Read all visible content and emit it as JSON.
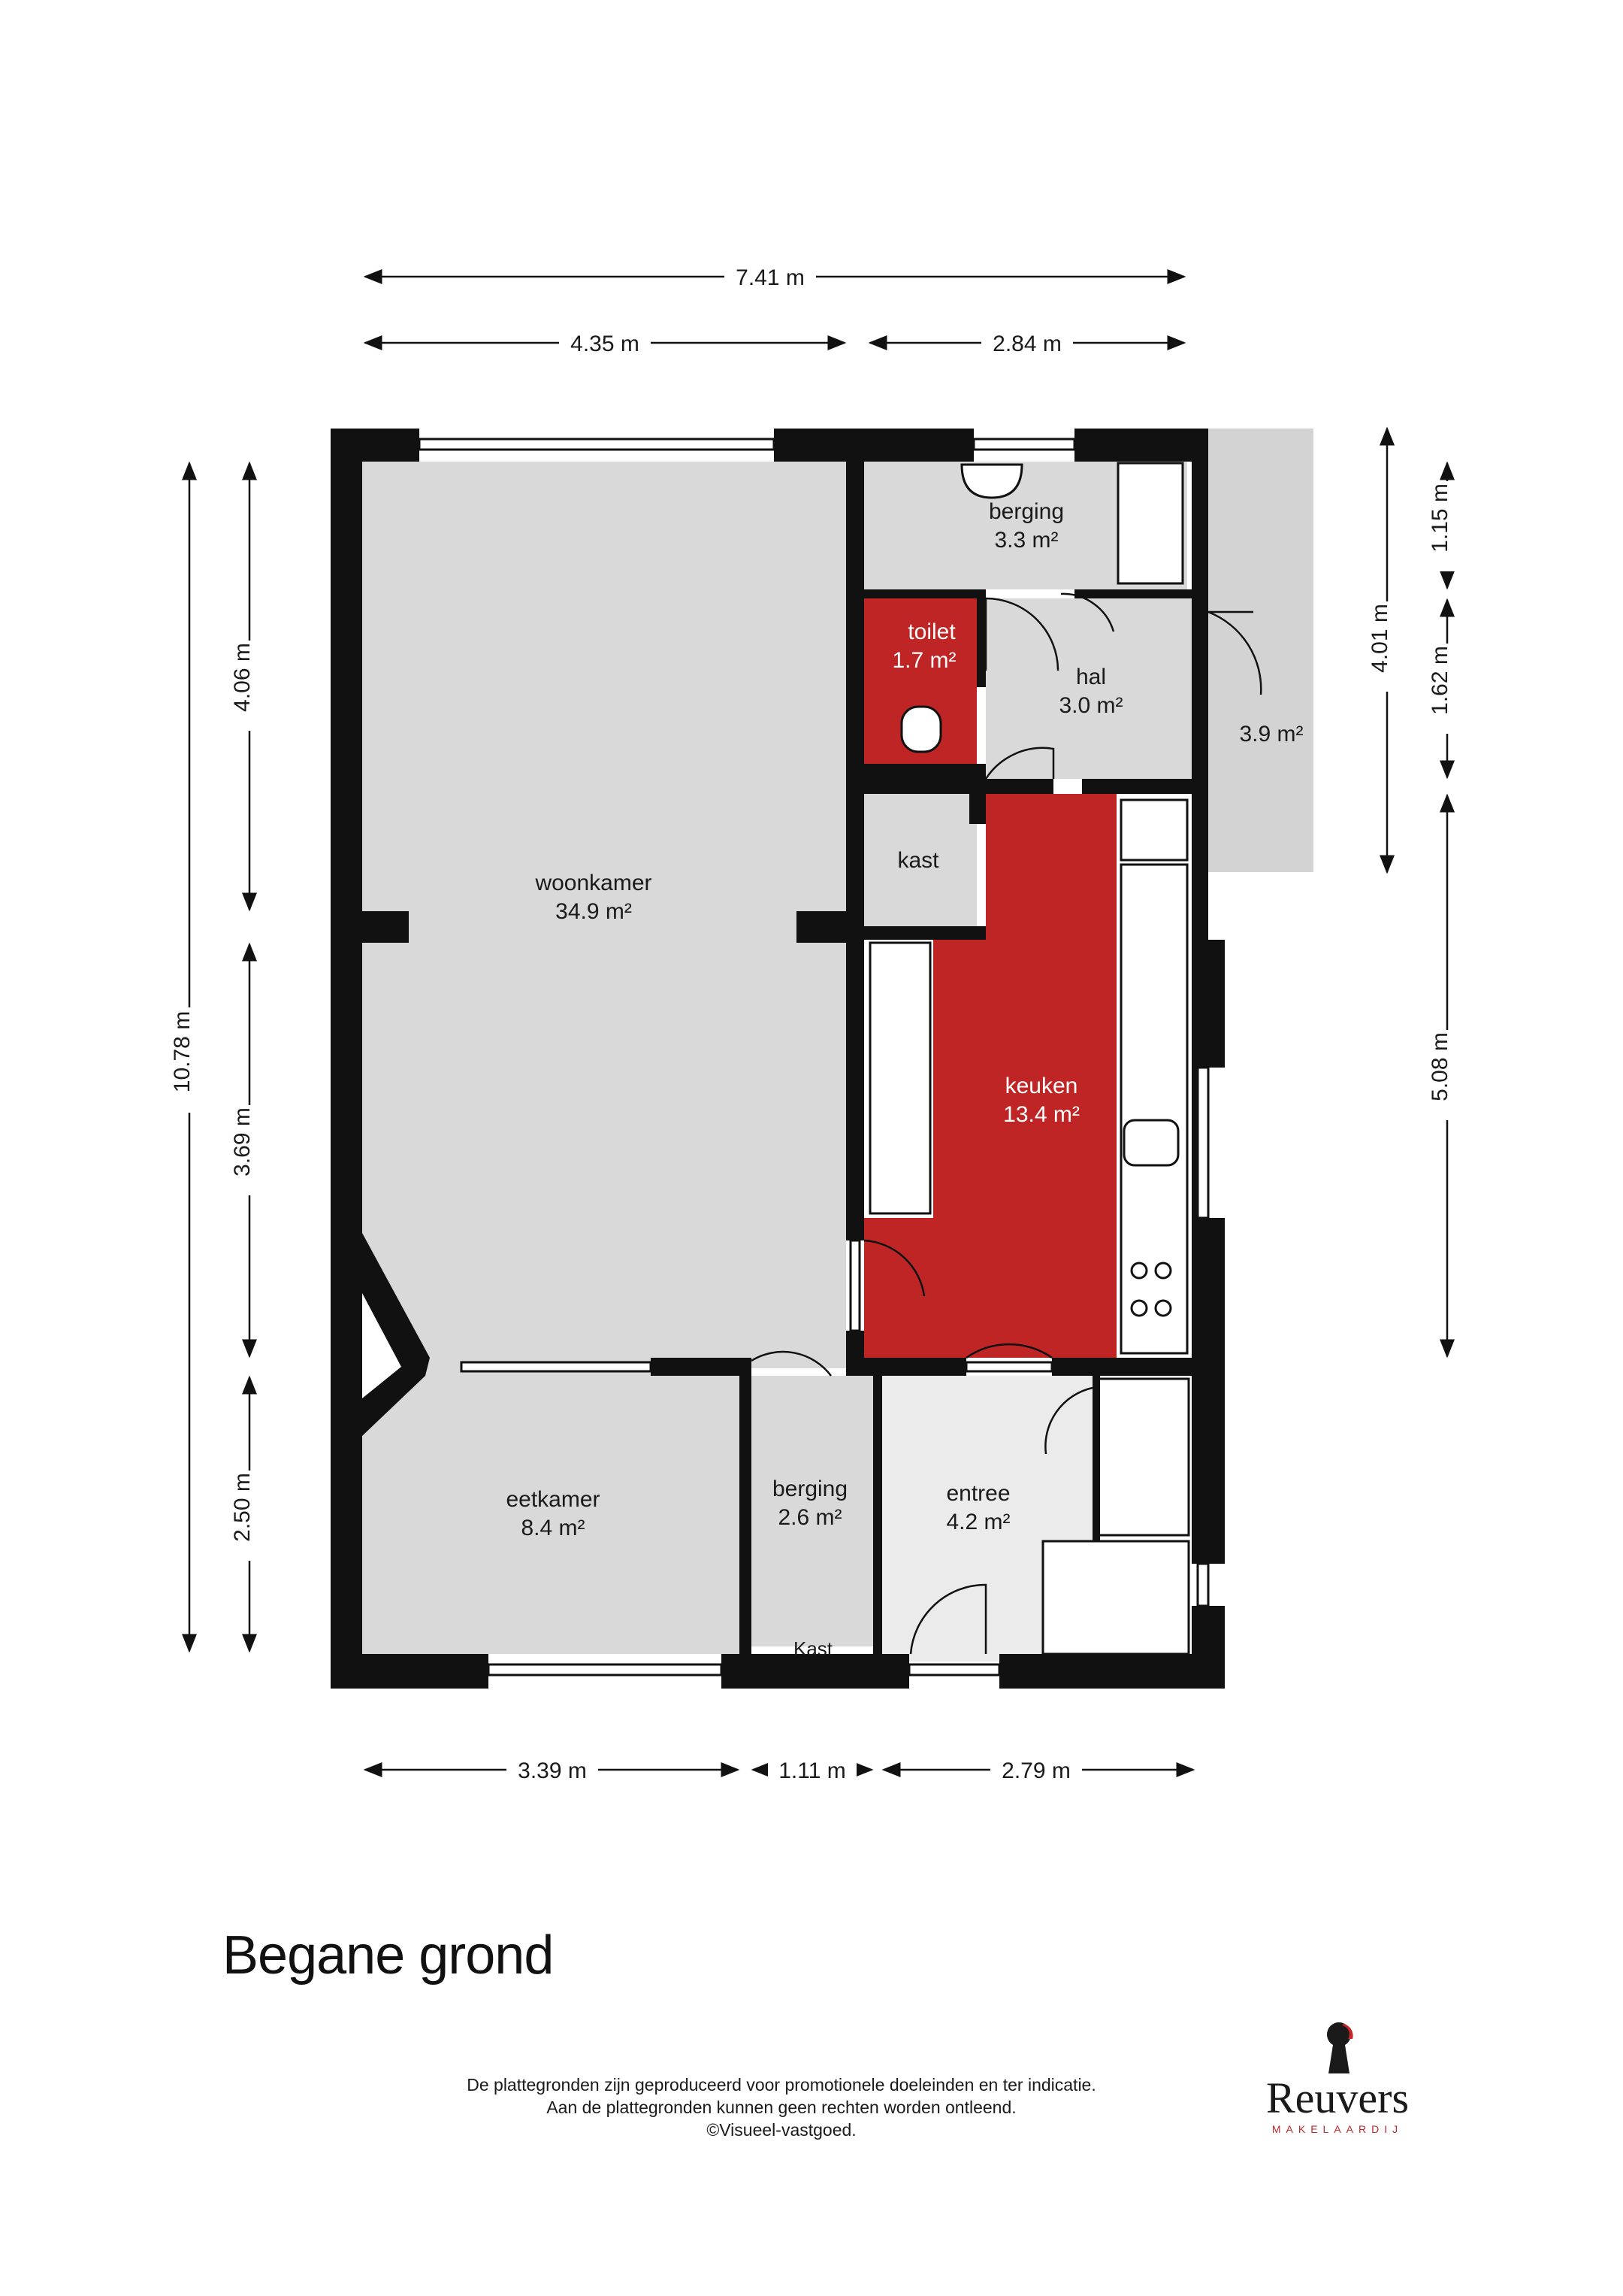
{
  "title": "Begane grond",
  "colors": {
    "wall": "#111111",
    "floor": "#d9d9d9",
    "highlight": "#bf2525",
    "outdoor": "#d3d3d3",
    "brand_red": "#c0262a"
  },
  "rooms": {
    "woonkamer": {
      "name": "woonkamer",
      "area": "34.9 m²"
    },
    "berging_top": {
      "name": "berging",
      "area": "3.3 m²"
    },
    "toilet": {
      "name": "toilet",
      "area": "1.7 m²"
    },
    "hal": {
      "name": "hal",
      "area": "3.0 m²"
    },
    "outdoor": {
      "name": "",
      "area": "3.9 m²"
    },
    "kast_top": {
      "name": "kast"
    },
    "keuken": {
      "name": "keuken",
      "area": "13.4 m²"
    },
    "eetkamer": {
      "name": "eetkamer",
      "area": "8.4 m²"
    },
    "berging_bottom": {
      "name": "berging",
      "area": "2.6 m²"
    },
    "entree": {
      "name": "entree",
      "area": "4.2 m²"
    },
    "kast_bottom": {
      "name": "Kast"
    }
  },
  "dimensions": {
    "top_total": "7.41 m",
    "top_left": "4.35 m",
    "top_right": "2.84 m",
    "left_total": "10.78 m",
    "left_upper": "4.06 m",
    "left_middle": "3.69 m",
    "left_lower": "2.50 m",
    "right_outer": "4.01 m",
    "right_top": "1.15 m",
    "right_mid": "1.62 m",
    "right_lower": "5.08 m",
    "bottom_left": "3.39 m",
    "bottom_mid": "1.11 m",
    "bottom_right": "2.79 m"
  },
  "disclaimer": [
    "De plattegronden zijn geproduceerd voor promotionele doeleinden en ter indicatie.",
    "Aan de plattegronden kunnen geen rechten worden ontleend.",
    "©Visueel-vastgoed."
  ],
  "logo": {
    "name": "Reuvers",
    "subtitle": "MAKELAARDIJ",
    "icon": "keyhole-icon"
  }
}
